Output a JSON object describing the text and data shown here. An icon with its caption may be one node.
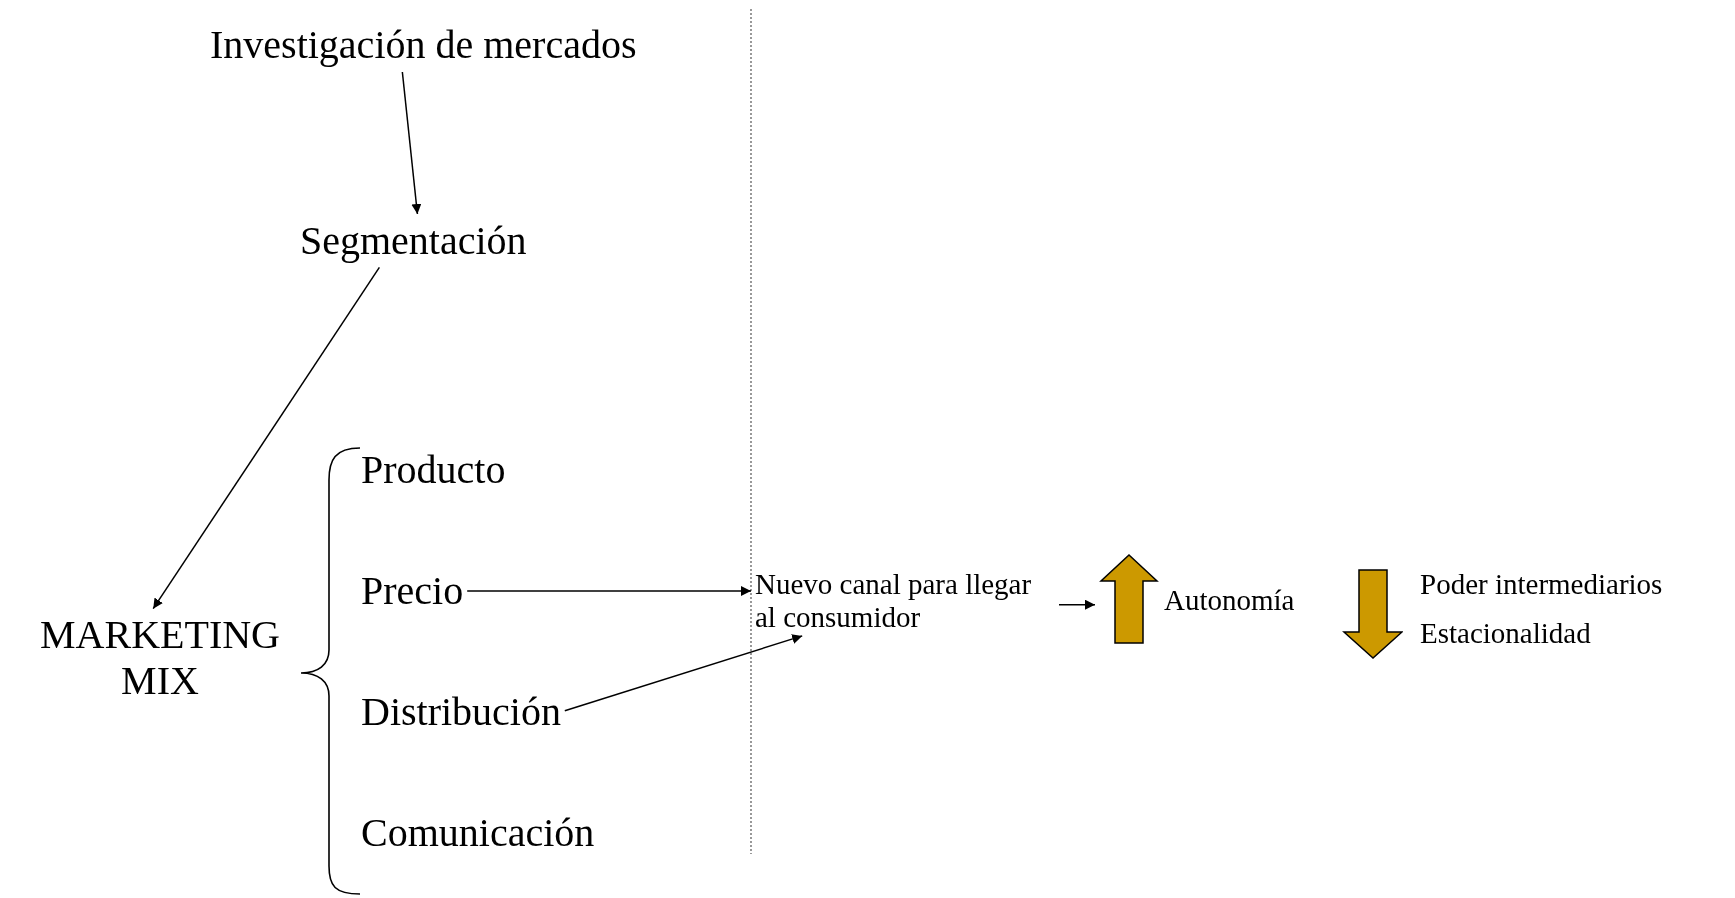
{
  "diagram": {
    "nodes": [
      {
        "text": [
          "Investigación de mercados"
        ]
      },
      {
        "text": [
          "Segmentación"
        ]
      },
      {
        "text": [
          "MARKETING MIX"
        ]
      },
      {
        "text": [
          "Producto"
        ]
      },
      {
        "text": [
          "Precio"
        ]
      },
      {
        "text": [
          "Distribución"
        ]
      },
      {
        "text": [
          "Comunicación"
        ]
      },
      {
        "text": [
          "Nuevo canal para llegar al consumidor"
        ]
      },
      {
        "text": [],
        "shape": "uparrow",
        "beside": [
          "Autonomía"
        ]
      },
      {
        "text": [],
        "shape": "downarrow",
        "beside": [
          "Poder intermediarios",
          "Estacionalidad"
        ]
      }
    ],
    "edges": [
      {
        "from": 0,
        "to": 1,
        "arrow": "to"
      },
      {
        "from": 1,
        "to": 2,
        "arrow": "to"
      },
      {
        "from": 4,
        "to": 7,
        "arrow": "to"
      },
      {
        "from": 5,
        "to": 7,
        "arrow": "to"
      },
      {
        "from": 7,
        "to": 8,
        "arrow": "to"
      }
    ]
  }
}
